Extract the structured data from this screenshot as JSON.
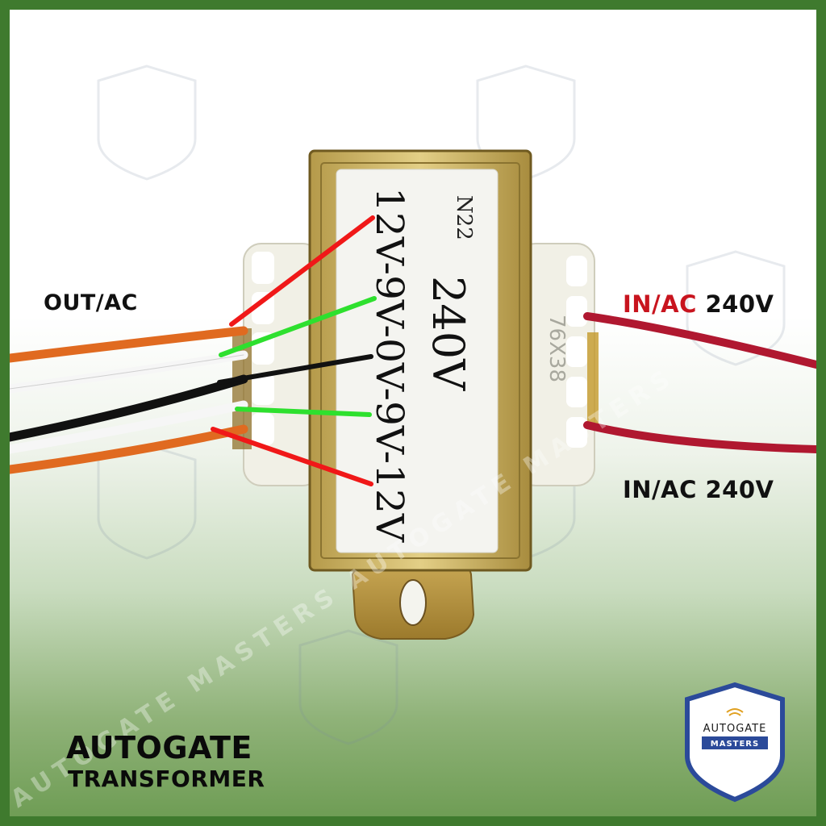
{
  "labels": {
    "out_ac": "OUT/AC",
    "in_ac_top_red": "IN/AC",
    "in_ac_top_black": " 240V",
    "in_ac_bottom": "IN/AC 240V",
    "title_line1": "AUTOGATE",
    "title_line2": "TRANSFORMER"
  },
  "transformer_label": {
    "model": "N22",
    "input": "240V",
    "output": "12V-9V-0V-9V-12V",
    "core_mark": "76X38"
  },
  "watermark": {
    "line1": "AUTOGATE",
    "line2": "MASTERS",
    "diagonal": "AUTOGATE MASTERS AUTOGATE MASTERS"
  },
  "colors": {
    "frame": "#3f7a2e",
    "accent_red": "#c8141e",
    "marker_red": "#f01818",
    "marker_green": "#2ee02e",
    "marker_black": "#111111",
    "wire_orange": "#e06a20",
    "wire_red": "#b01830",
    "badge_blue": "#2b4a9a"
  }
}
